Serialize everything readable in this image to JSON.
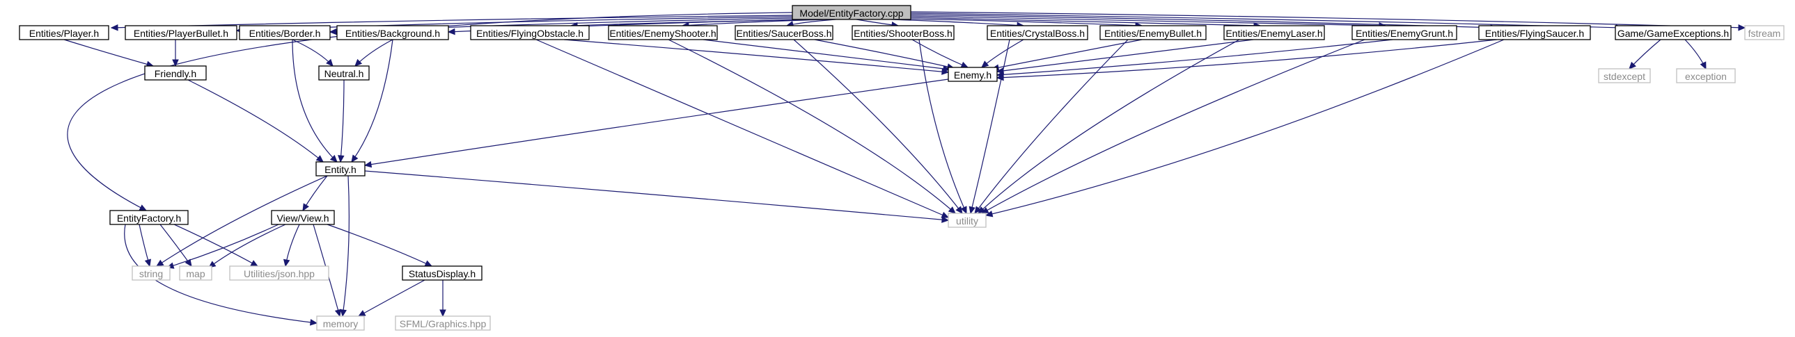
{
  "nodes": {
    "root": "Model/EntityFactory.cpp",
    "player": "Entities/Player.h",
    "playerbullet": "Entities/PlayerBullet.h",
    "border": "Entities/Border.h",
    "background": "Entities/Background.h",
    "flyingobstacle": "Entities/FlyingObstacle.h",
    "enemyshooter": "Entities/EnemyShooter.h",
    "saucerboss": "Entities/SaucerBoss.h",
    "shooterboss": "Entities/ShooterBoss.h",
    "crystalboss": "Entities/CrystalBoss.h",
    "enemybullet": "Entities/EnemyBullet.h",
    "enemylaser": "Entities/EnemyLaser.h",
    "enemygrunt": "Entities/EnemyGrunt.h",
    "flyingsaucer": "Entities/FlyingSaucer.h",
    "gameexceptions": "Game/GameExceptions.h",
    "fstream": "fstream",
    "friendly": "Friendly.h",
    "neutral": "Neutral.h",
    "enemy": "Enemy.h",
    "stdexcept": "stdexcept",
    "exception": "exception",
    "entity": "Entity.h",
    "entityfactory": "EntityFactory.h",
    "view": "View/View.h",
    "utility": "utility",
    "string": "string",
    "map": "map",
    "json": "Utilities/json.hpp",
    "statusdisplay": "StatusDisplay.h",
    "memory": "memory",
    "sfml": "SFML/Graphics.hpp"
  },
  "colors": {
    "edge": "#191970",
    "root_fill": "#bfbfbf",
    "node_border": "#000000",
    "external_border": "#bfbfbf",
    "external_text": "#8a8a8a"
  }
}
